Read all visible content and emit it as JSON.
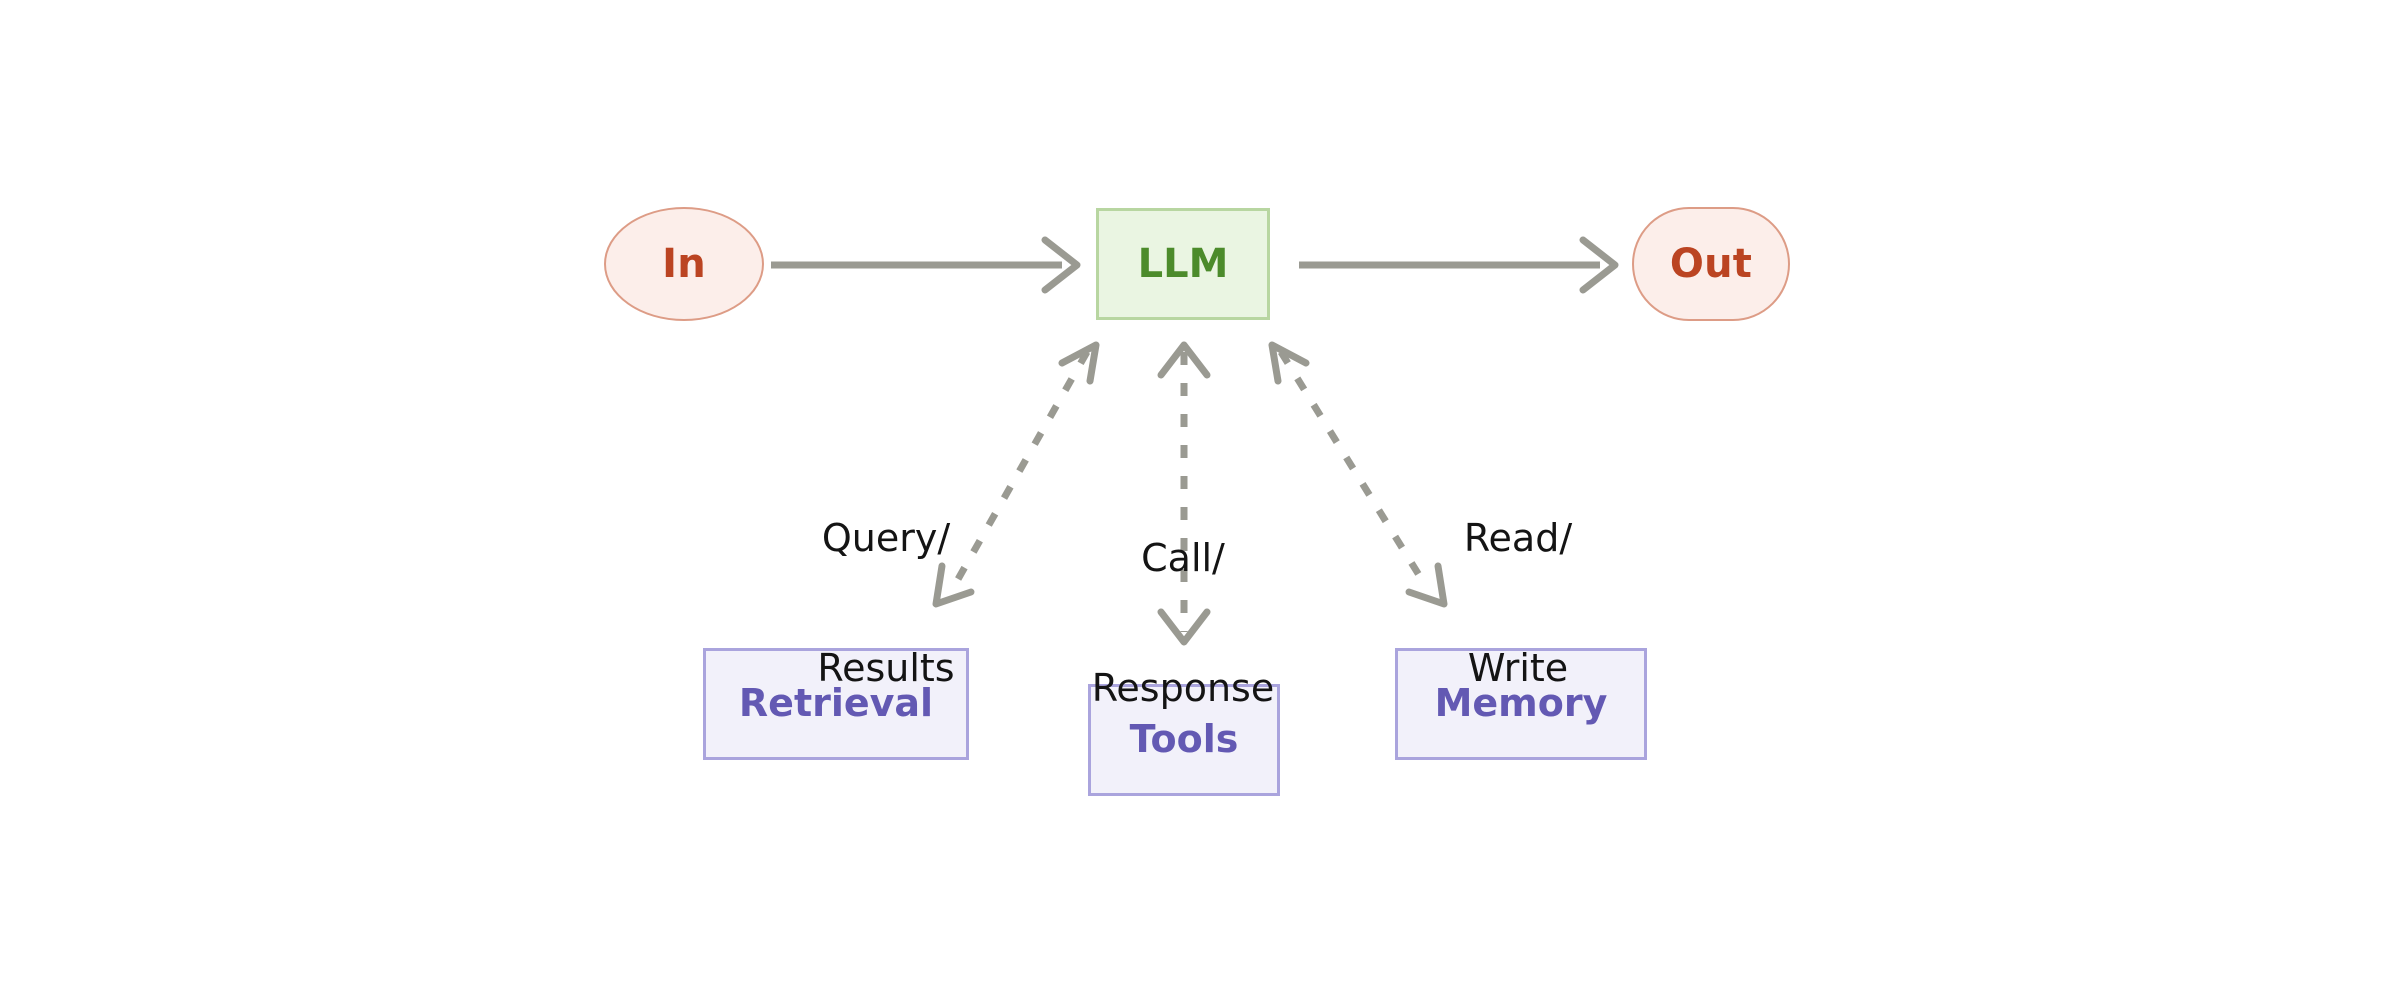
{
  "diagram": {
    "title": "LLM agent architecture flow",
    "background": "#ffffff",
    "nodes": {
      "input": {
        "label": "In",
        "shape": "ellipse",
        "fill": "#fceeea",
        "stroke": "#dd9c86",
        "text_color": "#bb4422"
      },
      "llm": {
        "label": "LLM",
        "shape": "rectangle",
        "fill": "#eaf5e2",
        "stroke": "#b8d6a1",
        "text_color": "#4c8b2b"
      },
      "output": {
        "label": "Out",
        "shape": "rounded-rectangle",
        "fill": "#fceeea",
        "stroke": "#dd9c86",
        "text_color": "#bb4422"
      },
      "retrieval": {
        "label": "Retrieval",
        "shape": "rectangle",
        "fill": "#f2f1fa",
        "stroke": "#aaa4dd",
        "text_color": "#6359b3"
      },
      "tools": {
        "label": "Tools",
        "shape": "rectangle",
        "fill": "#f2f1fa",
        "stroke": "#aaa4dd",
        "text_color": "#6359b3"
      },
      "memory": {
        "label": "Memory",
        "shape": "rectangle",
        "fill": "#f2f1fa",
        "stroke": "#aaa4dd",
        "text_color": "#6359b3"
      }
    },
    "edges": [
      {
        "from": "input",
        "to": "llm",
        "style": "solid",
        "arrows": "single",
        "label": ""
      },
      {
        "from": "llm",
        "to": "output",
        "style": "solid",
        "arrows": "single",
        "label": ""
      },
      {
        "from": "llm",
        "to": "retrieval",
        "style": "dashed",
        "arrows": "double",
        "label": "Query/\nResults",
        "label_line1": "Query/",
        "label_line2": "Results"
      },
      {
        "from": "llm",
        "to": "tools",
        "style": "dashed",
        "arrows": "double",
        "label": "Call/\nResponse",
        "label_line1": "Call/",
        "label_line2": "Response"
      },
      {
        "from": "llm",
        "to": "memory",
        "style": "dashed",
        "arrows": "double",
        "label": "Read/\nWrite",
        "label_line1": "Read/",
        "label_line2": "Write"
      }
    ],
    "edge_color": "#9a9a92",
    "edge_label_color": "#141414"
  }
}
